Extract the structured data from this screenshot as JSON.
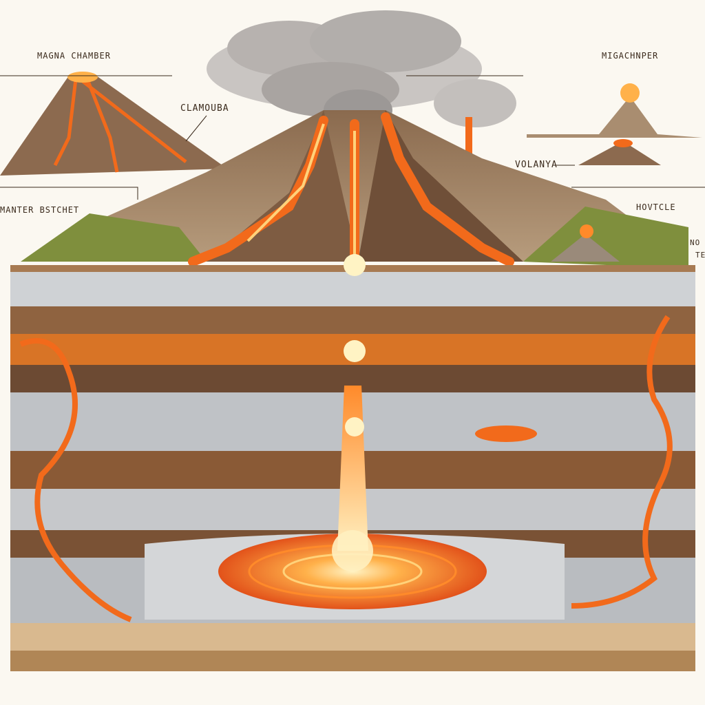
{
  "labels": {
    "top_left": "MAGNA CHAMBER",
    "left_callout": "CLAMOUBA",
    "top_right": "MIGACHNPER",
    "right_mid": "VOLANYA",
    "left_side": "MANTER BSTCHET",
    "right_side": "HOVTCLE",
    "far_right_a": "NO",
    "far_right_b": "TE"
  },
  "colors": {
    "lava": "#f26a1b",
    "lava_glow": "#ffb14a",
    "rock_gray": "#b9bcc0",
    "earth_brown": "#8a5a36",
    "ash": "#9c9896",
    "grass": "#7f8f3d",
    "paper": "#fbf8f1"
  }
}
